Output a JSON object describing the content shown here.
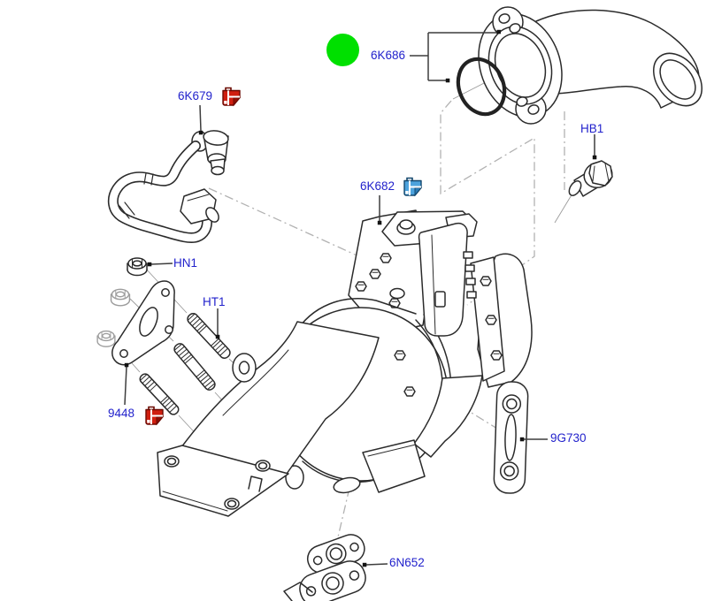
{
  "diagram": {
    "type": "exploded-parts-diagram",
    "subject": "Turbocharger and related parts",
    "background": "#ffffff",
    "label_color": "#2222cc",
    "line_color": "#2b2b2b",
    "labels": [
      {
        "id": "6K686",
        "text": "6K686",
        "part": "outlet-pipe-with-o-ring"
      },
      {
        "id": "6K679",
        "text": "6K679",
        "part": "oil-feed-pipe"
      },
      {
        "id": "HB1",
        "text": "HB1",
        "part": "hex-flange-bolt"
      },
      {
        "id": "6K682",
        "text": "6K682",
        "part": "turbocharger-with-actuator"
      },
      {
        "id": "HN1",
        "text": "HN1",
        "part": "hex-flange-nut"
      },
      {
        "id": "HT1",
        "text": "HT1",
        "part": "mounting-stud"
      },
      {
        "id": "9448",
        "text": "9448",
        "part": "exhaust-inlet-gasket"
      },
      {
        "id": "9G730",
        "text": "9G730",
        "part": "side-gasket-plate"
      },
      {
        "id": "6N652",
        "text": "6N652",
        "part": "oil-drain-gasket"
      }
    ],
    "indicators": {
      "selected_marker": {
        "shape": "circle",
        "color": "#00e000",
        "attached_to": "6K686"
      },
      "note_icons": [
        {
          "color": "#d01f10",
          "style": "red-clip",
          "attached_to": "6K679"
        },
        {
          "color": "#4da3dd",
          "style": "blue-clip",
          "attached_to": "6K682"
        },
        {
          "color": "#d01f10",
          "style": "red-clip",
          "attached_to": "9448"
        }
      ]
    }
  }
}
